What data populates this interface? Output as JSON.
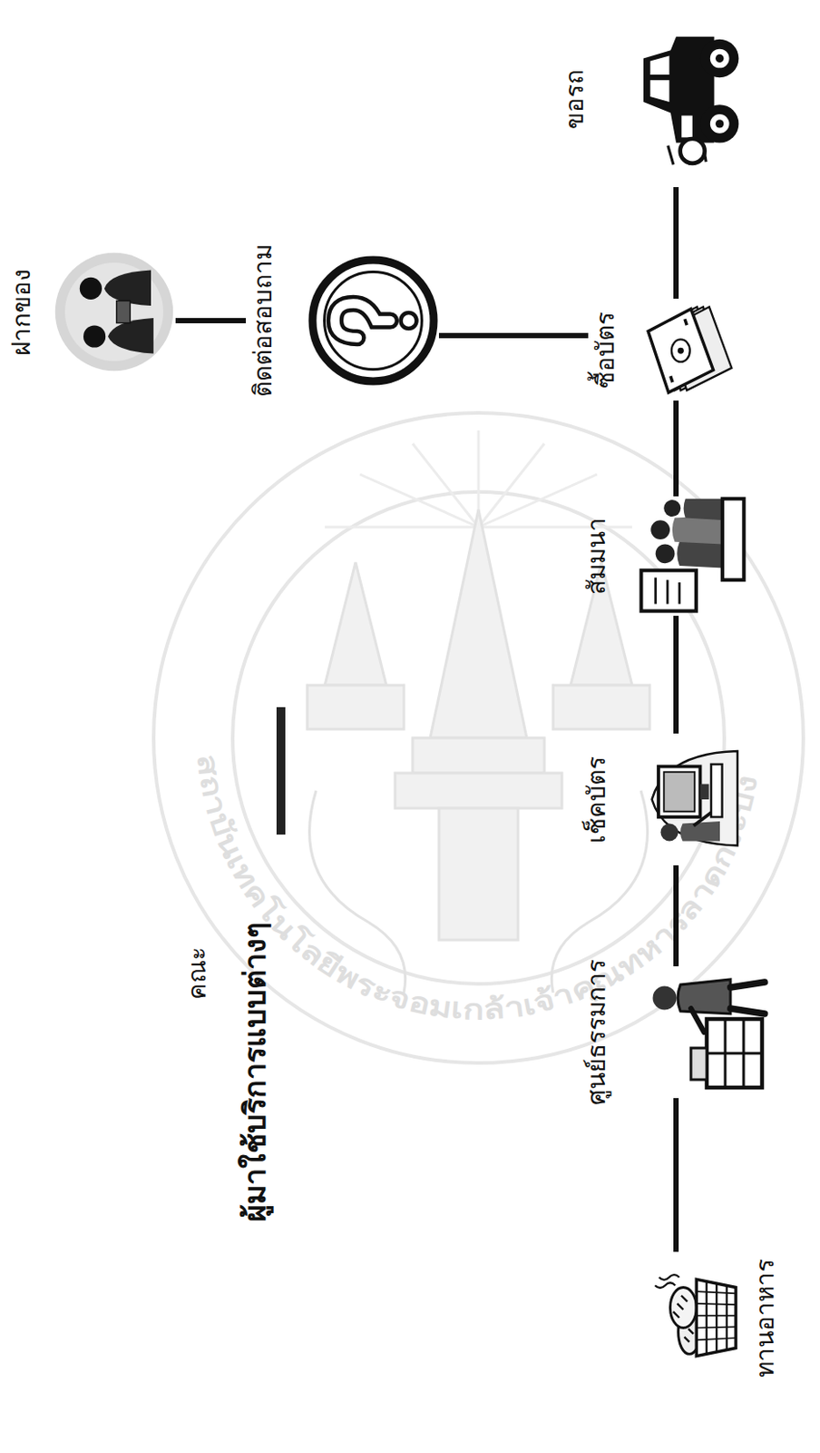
{
  "diagram": {
    "title": "ผู้มาใช้บริการแบบต่างๆ",
    "nodes": [
      {
        "text": [
          "ฝากของ"
        ]
      },
      {
        "text": [
          "ติดต่อสอบถาม"
        ]
      },
      {
        "text": [
          "ทานอาหาร"
        ]
      },
      {
        "text": [
          "ศูนย์ธรรมการ"
        ]
      },
      {
        "text": [
          "เช็คบัตร"
        ]
      },
      {
        "text": [
          "สัมมนา"
        ]
      },
      {
        "text": [
          "ซื้อบัตร"
        ]
      },
      {
        "text": [
          "ขอรถ"
        ]
      }
    ],
    "edges": [
      {
        "from": 0,
        "to": 1,
        "arrow": "none"
      },
      {
        "from": 1,
        "to": 6,
        "arrow": "none"
      },
      {
        "from": 2,
        "to": 3,
        "arrow": "none"
      },
      {
        "from": 3,
        "to": 4,
        "arrow": "none"
      },
      {
        "from": 4,
        "to": 5,
        "arrow": "none"
      },
      {
        "from": 5,
        "to": 6,
        "arrow": "none"
      },
      {
        "from": 6,
        "to": 7,
        "arrow": "none"
      }
    ],
    "labels": [
      "คณะ",
      "สถาบันเทคโนโลยีพระจอมเกล้าเจ้าคุณทหารลาดกระบัง"
    ]
  }
}
